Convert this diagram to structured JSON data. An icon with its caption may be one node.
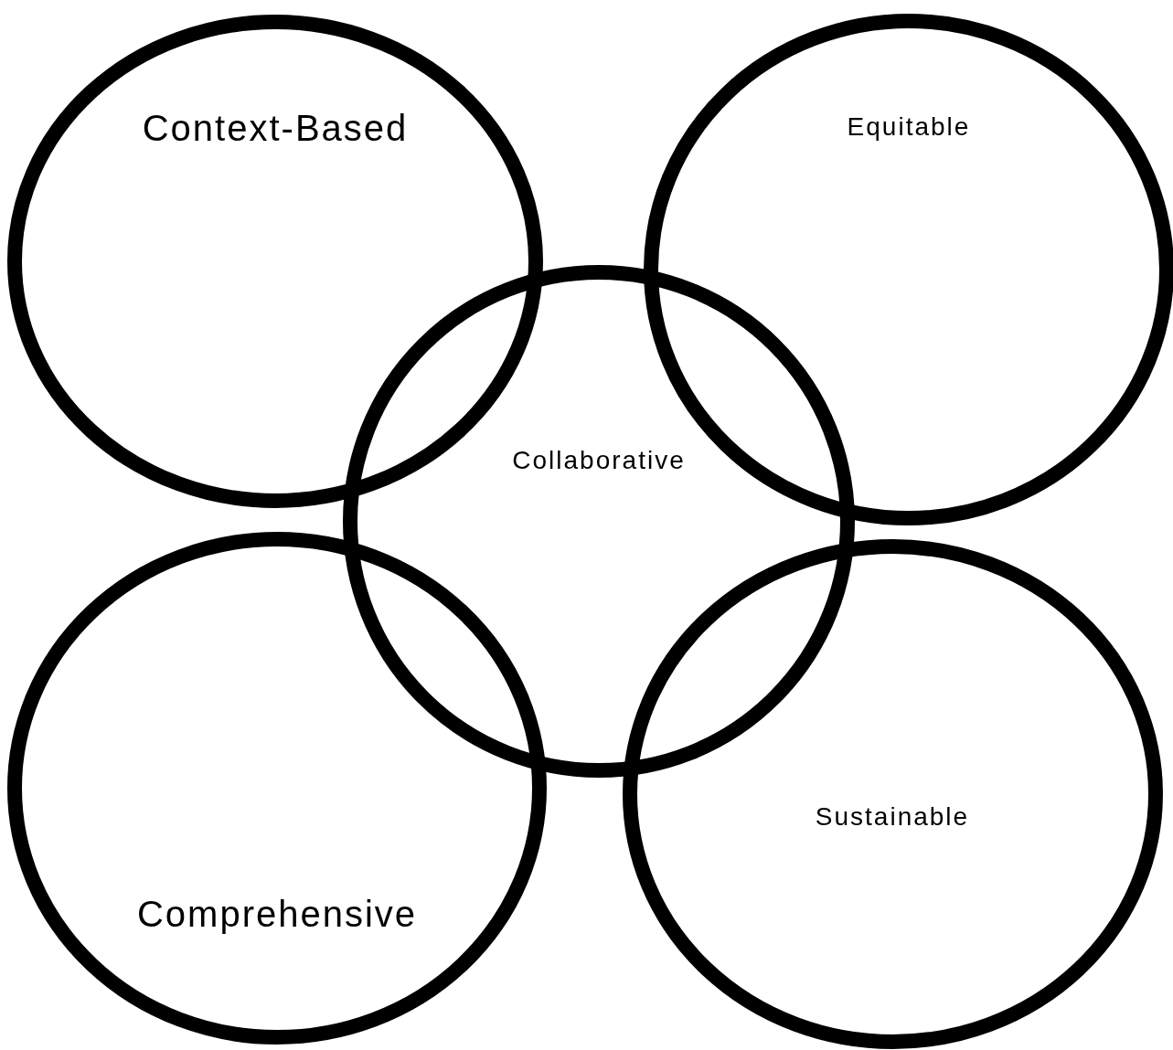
{
  "diagram": {
    "nodes": [
      {
        "text": [
          "Context-Based"
        ]
      },
      {
        "text": [
          "Equitable"
        ]
      },
      {
        "text": [
          "Collaborative"
        ]
      },
      {
        "text": [
          "Comprehensive"
        ]
      },
      {
        "text": [
          "Sustainable"
        ]
      }
    ]
  }
}
